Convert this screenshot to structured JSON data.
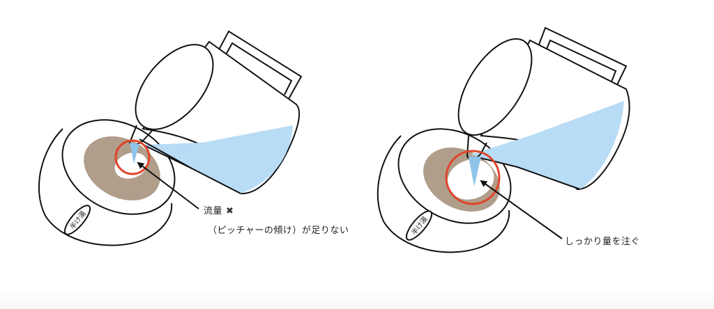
{
  "colors": {
    "outline": "#111111",
    "water": "#b8dcf6",
    "coffee_bed": "#b09d8a",
    "highlight_ring": "#e0442a",
    "background": "#ffffff"
  },
  "left_panel": {
    "dripper_label": "半け湯",
    "caption_line1": "流量",
    "caption_mark": "✖",
    "caption_line2": "（ピッチャーの傾け）が足りない"
  },
  "right_panel": {
    "dripper_label": "半け湯",
    "caption": "しっかり量を注ぐ"
  }
}
